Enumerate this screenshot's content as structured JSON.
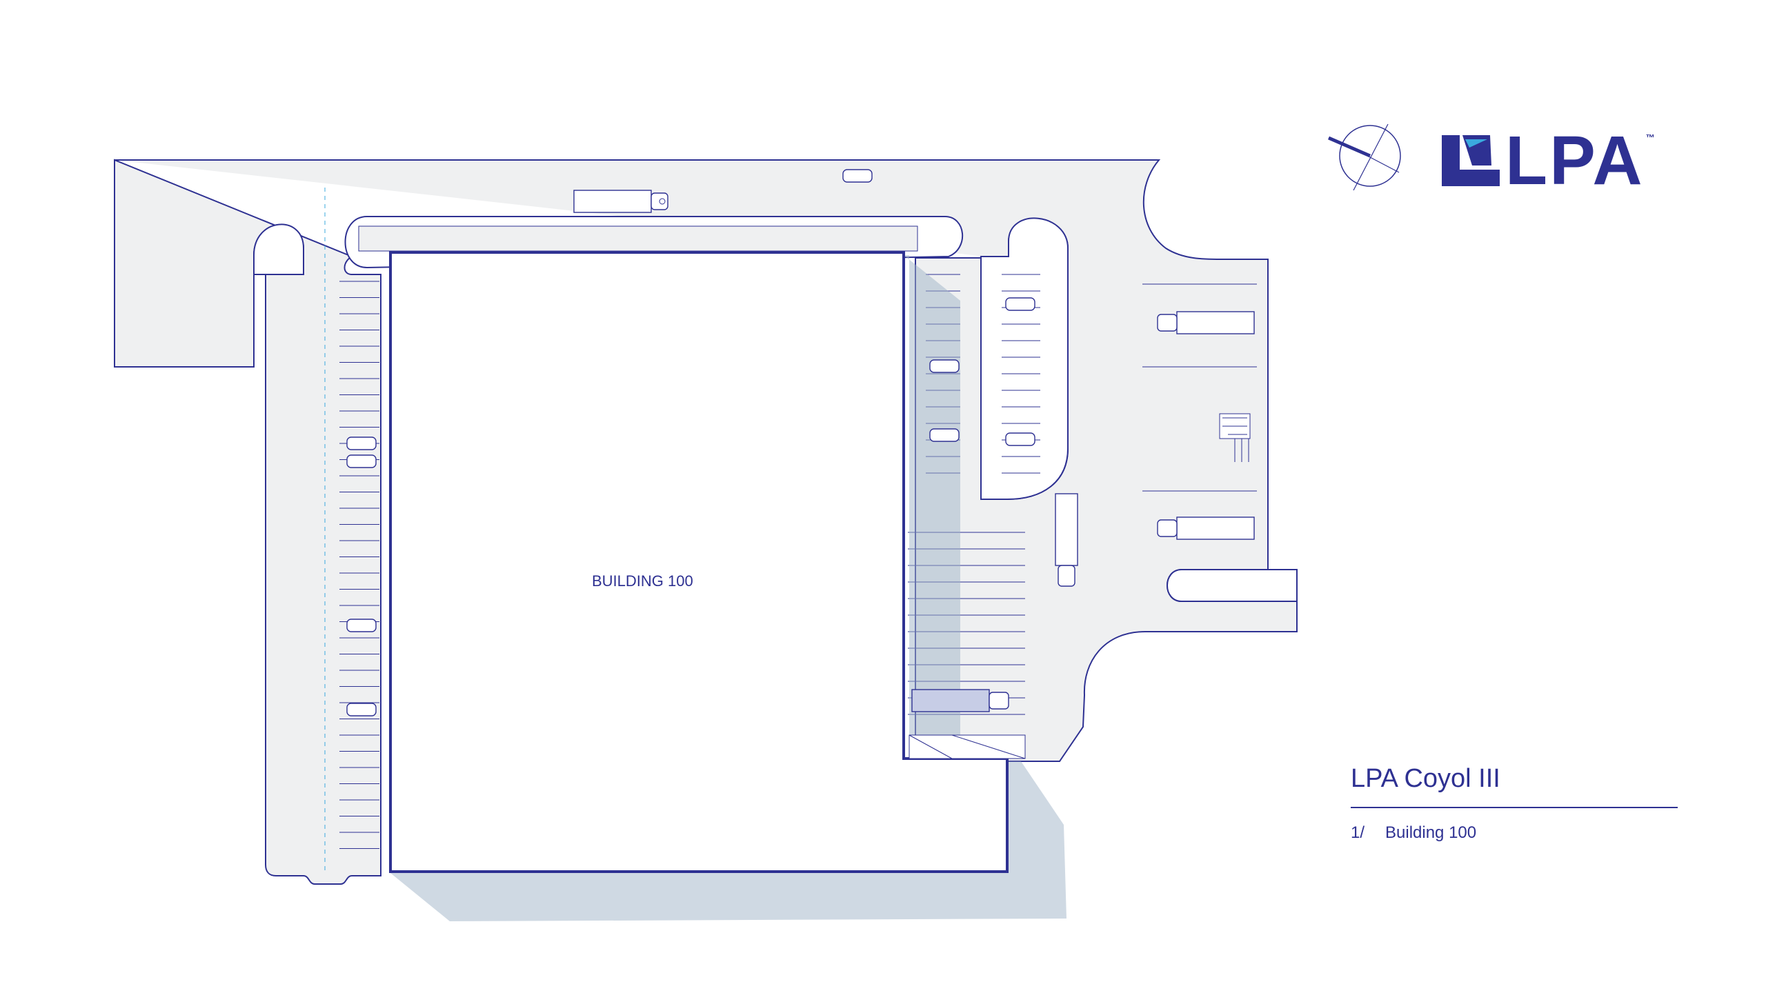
{
  "building": {
    "label": "BUILDING 100"
  },
  "title_block": {
    "project_title": "LPA Coyol III",
    "sheet_number": "1/",
    "sheet_name": "Building 100"
  },
  "logo": {
    "text": "LPA",
    "trademark": "™"
  },
  "icons": {
    "north_arrow": "north-arrow-icon",
    "logo_mark": "lpa-logo-mark-icon"
  },
  "colors": {
    "line": "#2e3192",
    "lot": "#eff0f1",
    "shadow": "#9fb4c7",
    "logo_accent": "#3aa9de"
  }
}
